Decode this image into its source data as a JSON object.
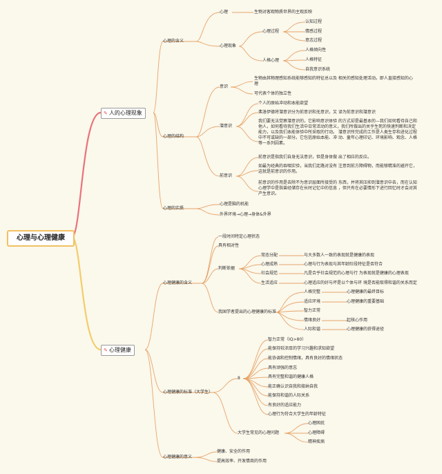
{
  "root": "心理与心理健康",
  "b1": {
    "label": "人的心理现象",
    "meaning": {
      "label": "心理的含义",
      "xinli": "心理",
      "xinli_desc": "生物对客观物质世界的主观反映",
      "xianxiang": "心理现象",
      "guocheng": "心理过程",
      "guocheng_items": [
        "认知过程",
        "情感过程",
        "意志过程"
      ],
      "renge": "人格心理",
      "renge_items": [
        "人格倾向性",
        "人格特征",
        "自我意识系统"
      ]
    },
    "structure": {
      "label": "心理的结构",
      "yishi": "意识",
      "yishi_1": "生物由其物理感知系统能够感知的特征总以及 相关的感知处理活动。即人直接感知的心理",
      "yishi_2": "可代表个体的独立性",
      "qianyishi": "潜意识",
      "qian_1": "个人的原始冲动和本能欲望",
      "qian_2": "弗洛伊德将潜意识分为前意识和无意识，又 译为前意识和潜意识",
      "qian_3": "我们要无法觉察潜意识的，它影响意识体验 的方式却是最基本的—我们如何看待自己和 他人，如何看待我们生活中日常活动的意义，我们所做出的关乎生死的快速判断和决定 能力，以及我们本能体验中所采取的行动。 潜意识所完成的工作是人类生存和进化过程 中不可或缺的一部分。它包括原始本能、冲 动、童年心理印记、环境影响、观念、人格 等一系列因素。",
      "qianyishi2": "前意识",
      "pre_1": "前意识是指我们自身无法意识，但是身体做 出了相应的反应。",
      "pre_2": "如最为经典的吞咽实验，当我们走路对没有 注意到前方障碍物，而能够精准的避开它， 这就是前意识的作用。",
      "pre_3": "前意识的作用是去除不为意识层面所接受的 东西，并将其压抑到潜意识中去，而在认知 心理学中是指曾经储存在长时记忆中的信息 ，但只有在必要情形下进行回忆时才会对其 产生意识。"
    },
    "essence": {
      "label": "心理的实质",
      "item1": "心理是脑的机能",
      "item2": "外界环境→心理→身体&外界"
    }
  },
  "b2": {
    "label": "心理健康",
    "meaning": {
      "label": "心理健康的含义",
      "item1": "一段时间特定心理状态",
      "item2": "具有相对性",
      "criteria": "判断依据",
      "crit_rows": [
        [
          "常态分配",
          "与大多数人一致的表现就是健康的表现"
        ],
        [
          "心理成熟",
          "心理与行为表现与其年龄阶段特征是否符合"
        ],
        [
          "社会规范",
          "凡是合乎社会规范的心理与行 为表现就是健康的心理表现"
        ],
        [
          "生活适应",
          "心理适应的好与坏是以个体与环 境是否能取得和谐的关系而定"
        ]
      ],
      "scholars": "我国学者提出的心理健康的标准",
      "sch_rows": [
        [
          "人格完整",
          "心理健康的最终目标"
        ],
        [
          "适应环境",
          "心理健康的重要基础"
        ],
        [
          "智力正常",
          ""
        ],
        [
          "情绪良好",
          "起核心作用"
        ],
        [
          "人际和谐",
          "心理健康的获得途径"
        ]
      ]
    },
    "standard": {
      "label": "心理健康的标准（大学生）",
      "stem": "8",
      "items": [
        "智力正常（IQ>80）",
        "能保持较浓厚的学习兴趣和求知欲望",
        "能协调和控制情绪，具有良好的情绪状态",
        "具有顽强的意志",
        "具有完整和谐的健康人格",
        "能正确认识自我和接纳自我",
        "能保持和谐的人际关系",
        "有良好的适应能力",
        "心理行为符合大学生的年龄特征"
      ],
      "problems": "大学生常见的心理问题",
      "prob_items": [
        "心理困扰",
        "心理障碍",
        "精神疾病"
      ]
    },
    "significance": {
      "label": "心理健康的意义",
      "item1": "健康、安全的作用",
      "item2": "提高效率、开发情商的作用"
    }
  },
  "colors": {
    "background": "#fbf8ec",
    "branch1_line": "#e9727a",
    "branch2_line": "#f2cd6a",
    "root_line": "#f2cd6a",
    "node_line": "#e6a56a",
    "icon": "#e05050"
  },
  "icons": {
    "branch_icon": "ruler-pencil-icon"
  }
}
